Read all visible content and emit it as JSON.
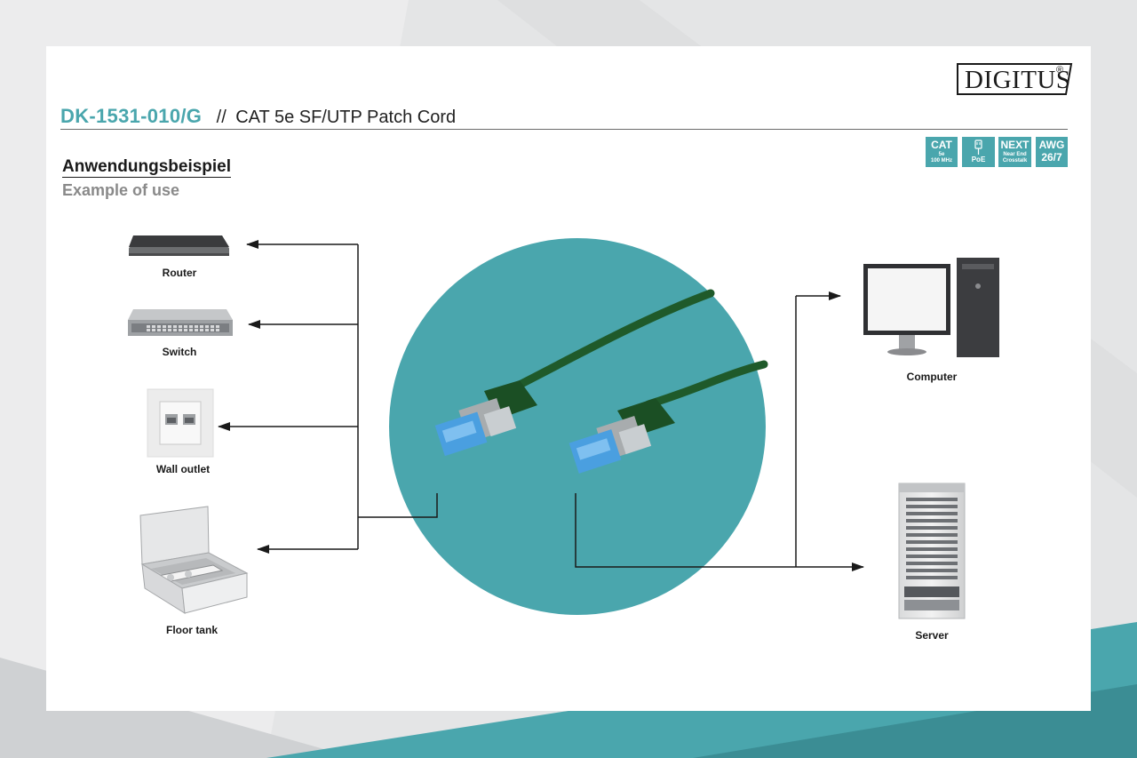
{
  "brand": {
    "logo_text": "DIGITUS",
    "logo_mark": "®"
  },
  "header": {
    "product_code": "DK-1531-010/G",
    "separator": "//",
    "product_desc": "CAT 5e SF/UTP Patch Cord"
  },
  "section": {
    "heading_de": "Anwendungsbeispiel",
    "heading_en": "Example of use"
  },
  "badges": [
    {
      "main": "CAT",
      "sub": "5e",
      "sub2": "100 MHz"
    },
    {
      "main": "",
      "sub": "PoE",
      "sub2": ""
    },
    {
      "main": "NEXT",
      "sub": "Near End",
      "sub2": "Crosstalk"
    },
    {
      "main": "AWG",
      "sub": "26/7",
      "sub2": ""
    }
  ],
  "devices": {
    "router": "Router",
    "switch": "Switch",
    "wall_outlet": "Wall outlet",
    "floor_tank": "Floor tank",
    "computer": "Computer",
    "server": "Server"
  },
  "colors": {
    "accent": "#4aa6ad",
    "cable_green": "#1f5a2a",
    "connector_blue": "#4a9fe0",
    "line": "#1a1a1a"
  }
}
